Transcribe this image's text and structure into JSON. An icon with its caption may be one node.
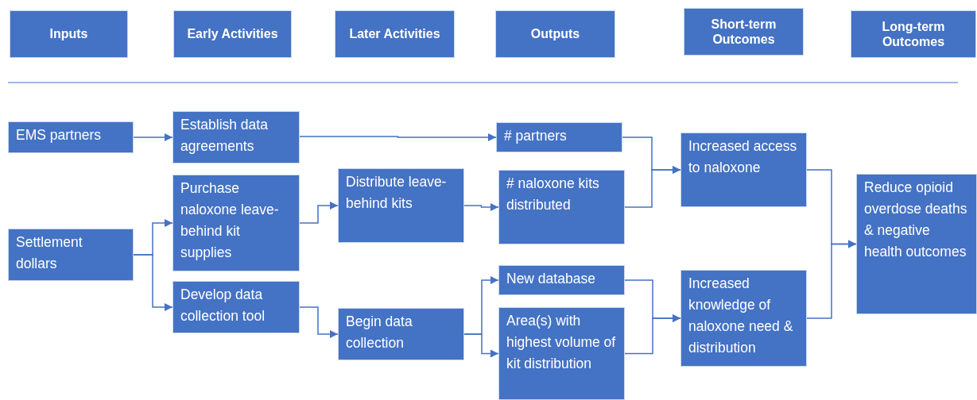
{
  "diagram": {
    "nodes": [
      {
        "text": [
          "Inputs"
        ]
      },
      {
        "text": [
          "Early Activities"
        ]
      },
      {
        "text": [
          "Later Activities"
        ]
      },
      {
        "text": [
          "Outputs"
        ]
      },
      {
        "text": [
          "Short-term Outcomes"
        ]
      },
      {
        "text": [
          "Long-term Outcomes"
        ]
      },
      {
        "text": [
          "EMS partners"
        ]
      },
      {
        "text": [
          "Settlement dollars"
        ]
      },
      {
        "text": [
          "Establish data agreements"
        ]
      },
      {
        "text": [
          "Purchase naloxone leave-behind kit supplies"
        ]
      },
      {
        "text": [
          "Develop data collection tool"
        ]
      },
      {
        "text": [
          "Distribute leave-behind kits"
        ]
      },
      {
        "text": [
          "Begin data collection"
        ]
      },
      {
        "text": [
          "# partners"
        ]
      },
      {
        "text": [
          "# naloxone kits distributed"
        ]
      },
      {
        "text": [
          "New database"
        ]
      },
      {
        "text": [
          "Area(s) with highest volume of kit distribution"
        ]
      },
      {
        "text": [
          "Increased access to naloxone"
        ]
      },
      {
        "text": [
          "Increased knowledge of naloxone need & distribution"
        ]
      },
      {
        "text": [
          "Reduce opioid overdose deaths & negative health outcomes"
        ]
      }
    ],
    "edges": [
      {
        "from": 6,
        "to": 8,
        "arrow": "to"
      },
      {
        "from": 7,
        "to": 9,
        "arrow": "to"
      },
      {
        "from": 7,
        "to": 10,
        "arrow": "to"
      },
      {
        "from": 8,
        "to": 13,
        "arrow": "to"
      },
      {
        "from": 9,
        "to": 11,
        "arrow": "to"
      },
      {
        "from": 10,
        "to": 12,
        "arrow": "to"
      },
      {
        "from": 11,
        "to": 14,
        "arrow": "to"
      },
      {
        "from": 12,
        "to": 15,
        "arrow": "to"
      },
      {
        "from": 12,
        "to": 16,
        "arrow": "to"
      },
      {
        "from": 13,
        "to": 17,
        "arrow": "to"
      },
      {
        "from": 14,
        "to": 17,
        "arrow": "to"
      },
      {
        "from": 15,
        "to": 18,
        "arrow": "to"
      },
      {
        "from": 16,
        "to": 18,
        "arrow": "to"
      },
      {
        "from": 17,
        "to": 19,
        "arrow": "to"
      },
      {
        "from": 18,
        "to": 19,
        "arrow": "to"
      }
    ]
  }
}
